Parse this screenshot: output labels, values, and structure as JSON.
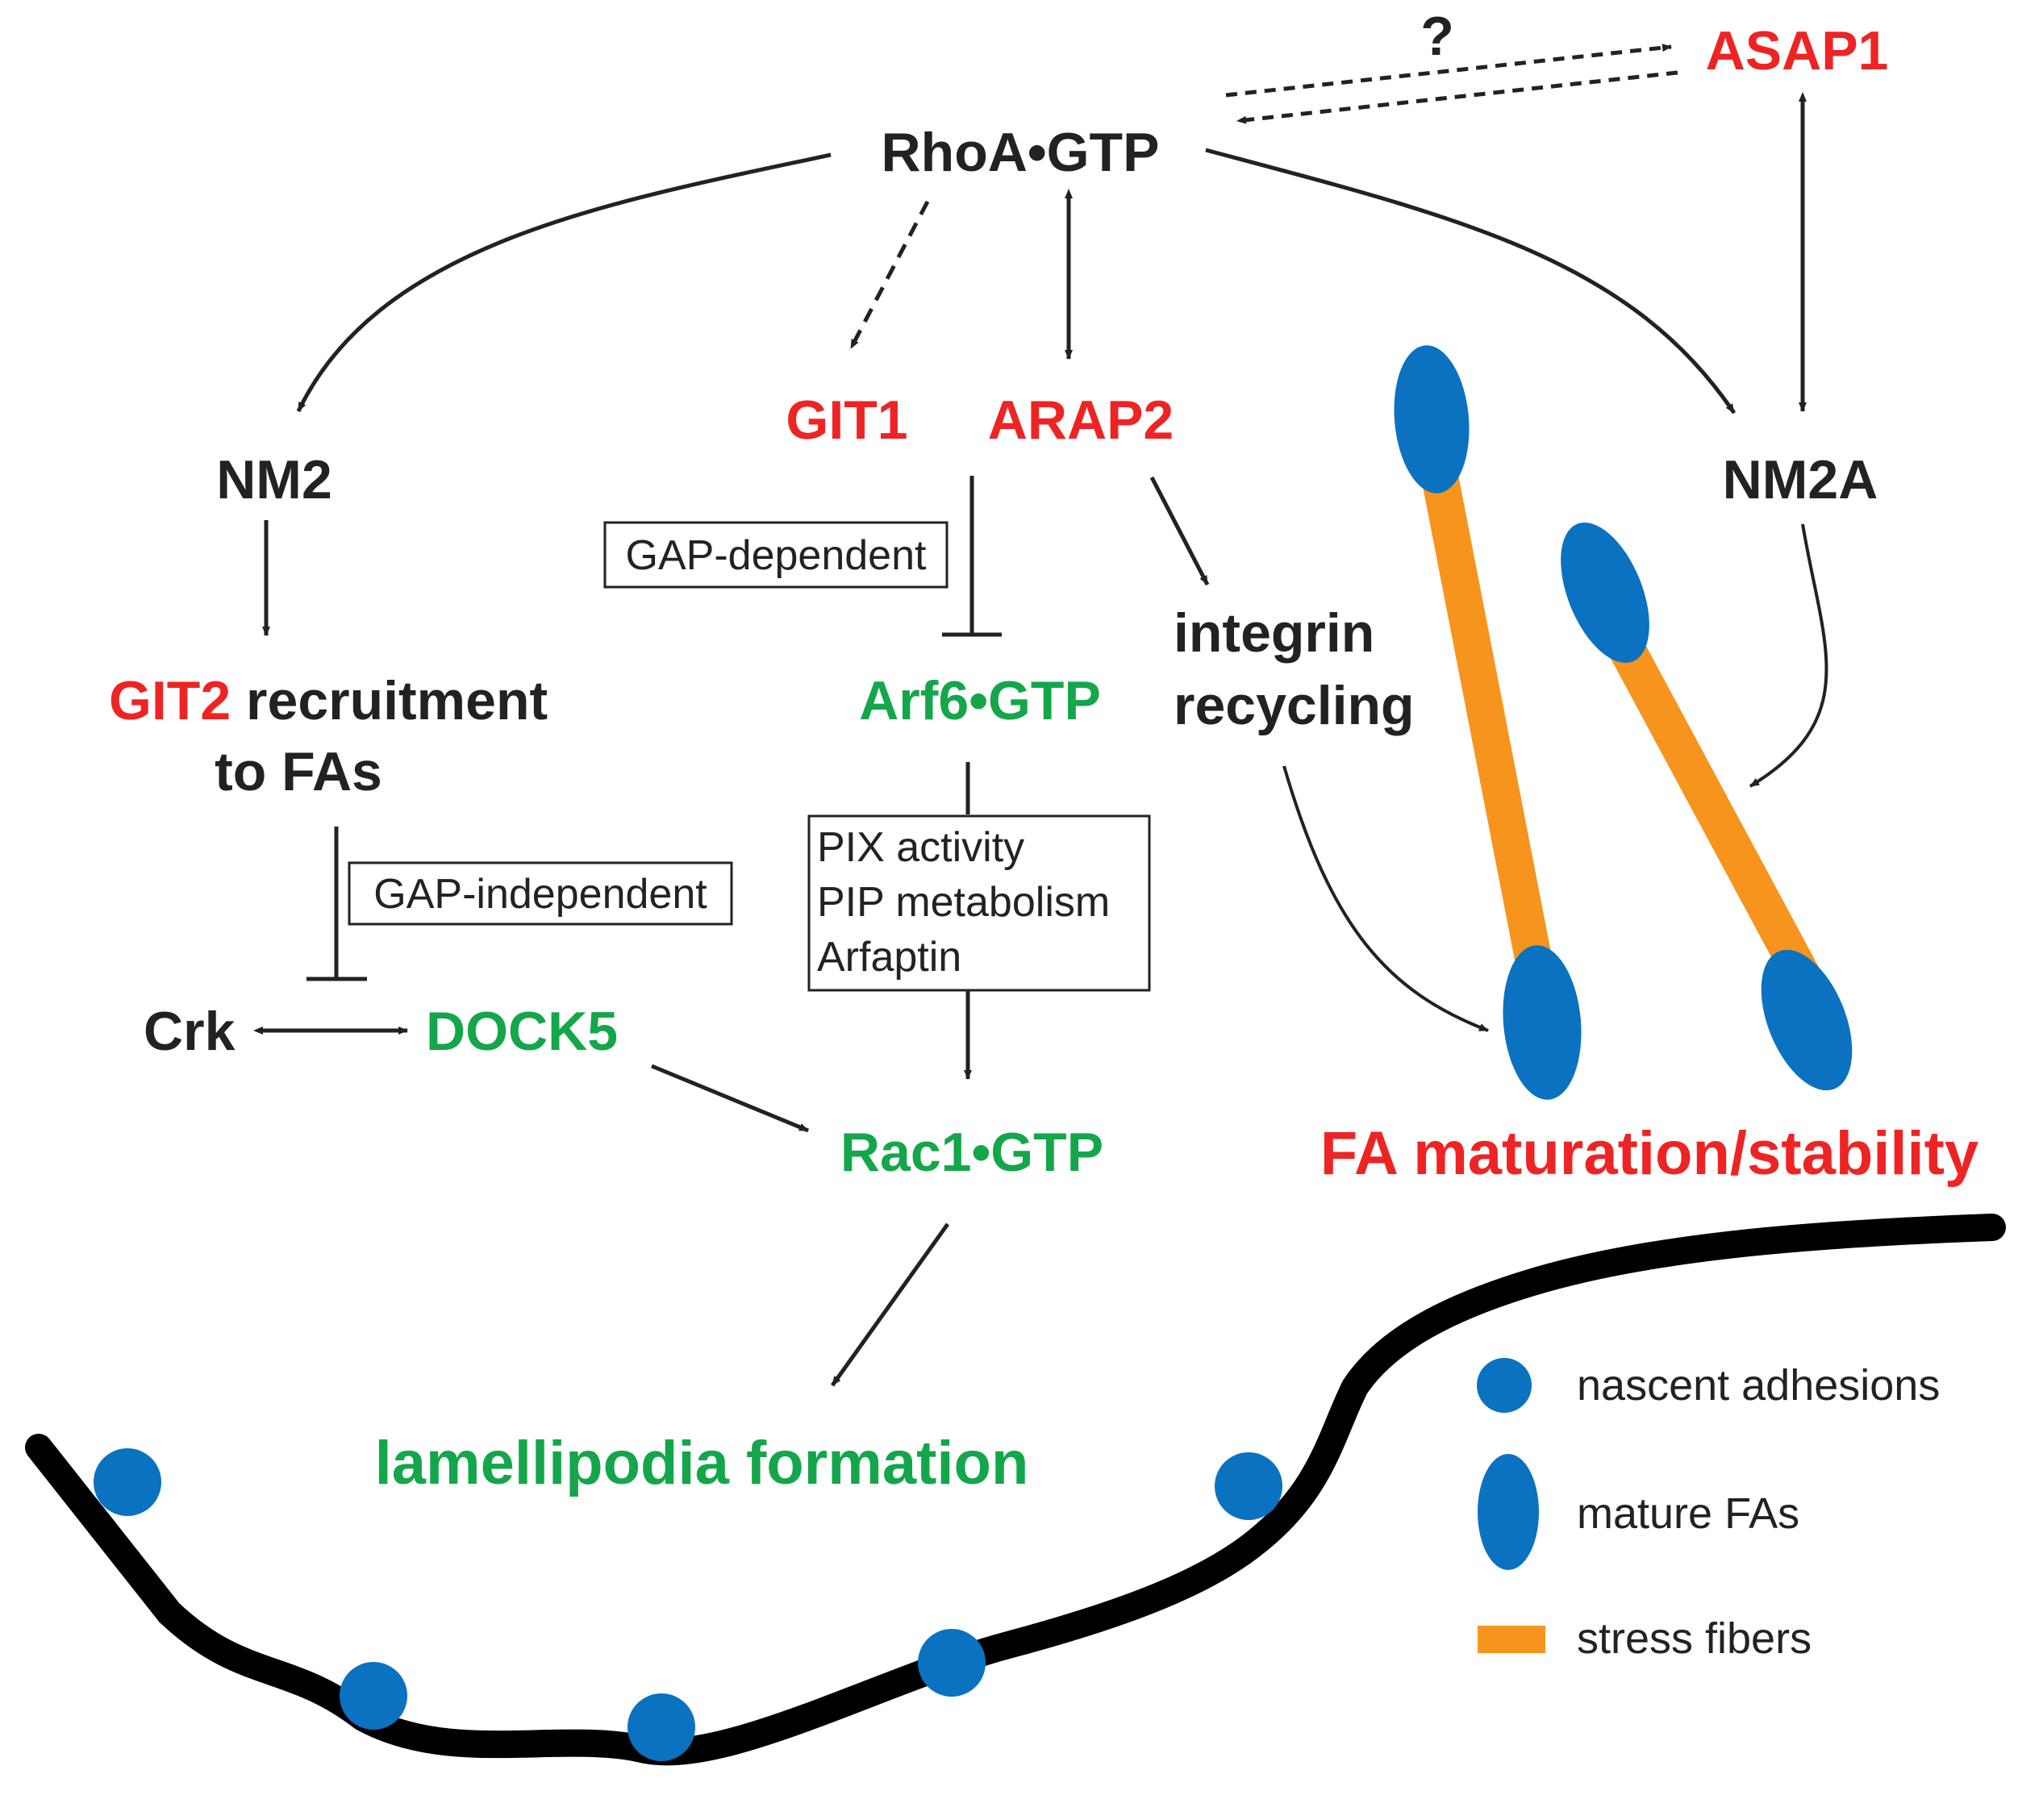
{
  "colors": {
    "red": "#ee2424",
    "green": "#14a64a",
    "black": "#222222",
    "adhesion": "#0a72c0",
    "fiber": "#f7941d"
  },
  "nodes": {
    "rhoa": "RhoA•GTP",
    "asap1": "ASAP1",
    "question": "?",
    "git1": "GIT1",
    "arap2": "ARAP2",
    "nm2": "NM2",
    "nm2a": "NM2A",
    "git2": "GIT2",
    "git2_rest": " recruitment",
    "to_fas": "to FAs",
    "arf6": "Arf6•GTP",
    "integrin_1": "integrin",
    "integrin_2": "recycling",
    "crk": "Crk",
    "dock5": "DOCK5",
    "rac1": "Rac1•GTP",
    "fa_maturation": "FA maturation/stability",
    "lamellipodia": "lamellipodia formation"
  },
  "boxes": {
    "gap_dependent": "GAP-dependent",
    "gap_independent": "GAP-independent",
    "mechanisms": [
      "PIX activity",
      "PIP metabolism",
      "Arfaptin"
    ]
  },
  "legend": {
    "nascent": "nascent adhesions",
    "mature": "mature FAs",
    "fibers": "stress fibers"
  }
}
